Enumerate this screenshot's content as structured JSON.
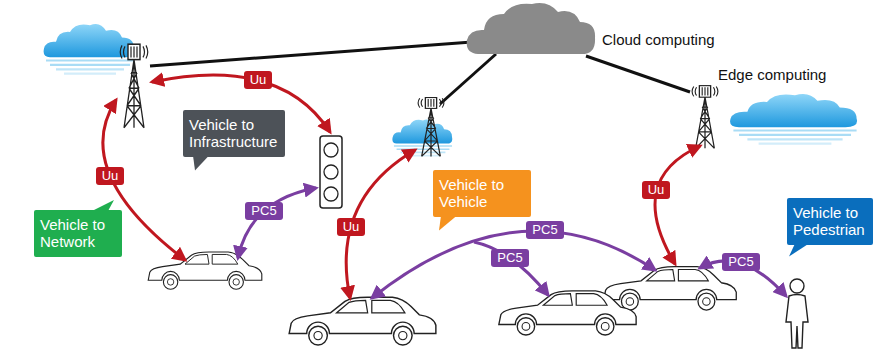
{
  "diagram": {
    "nodes": [
      {
        "text": [
          "Uu"
        ]
      },
      {
        "text": [
          "Vehicle to Infrastructure"
        ]
      },
      {
        "text": [
          "Vehicle to Vehicle"
        ]
      },
      {
        "text": [
          "Uu"
        ]
      },
      {
        "text": [
          "Uu"
        ]
      },
      {
        "text": [
          "Vehicle to Pedestrian"
        ]
      },
      {
        "text": [
          "PC5"
        ]
      },
      {
        "text": [
          "Vehicle to Network"
        ]
      },
      {
        "text": [
          "Uu"
        ]
      },
      {
        "text": [
          "PC5"
        ]
      },
      {
        "text": [
          "PC5"
        ]
      },
      {
        "text": [
          "PC5"
        ]
      }
    ],
    "labels": [
      "Cloud computing",
      "Edge computing"
    ]
  }
}
